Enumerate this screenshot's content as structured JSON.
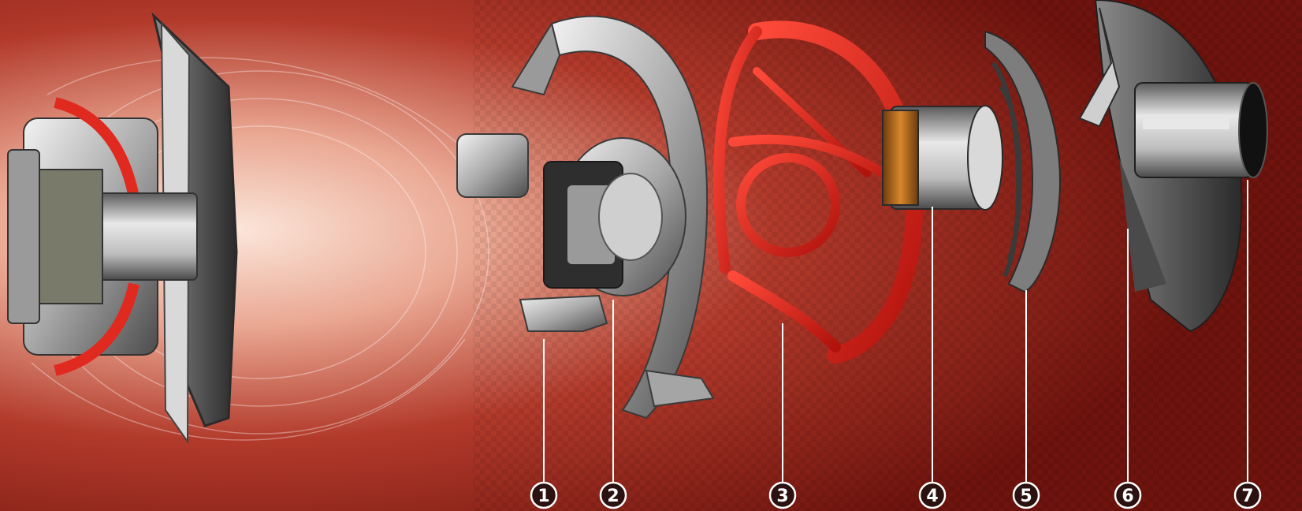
{
  "colors": {
    "background_glow": "#f4cdb8",
    "background_deep": "#7c1610",
    "part_metal": "#c9c9c9",
    "part_metal_dark": "#5a5a5a",
    "part_red": "#d8231c",
    "callout_circle": "#2b1210",
    "callout_line": "#ffffff"
  },
  "callouts": [
    {
      "number": "1",
      "part": "outer-frame-and-magnet"
    },
    {
      "number": "2",
      "part": "pole-piece-and-magnet"
    },
    {
      "number": "3",
      "part": "red-basket"
    },
    {
      "number": "4",
      "part": "voice-coil"
    },
    {
      "number": "5",
      "part": "spider"
    },
    {
      "number": "6",
      "part": "cone"
    },
    {
      "number": "7",
      "part": "dust-cap-tube"
    }
  ]
}
